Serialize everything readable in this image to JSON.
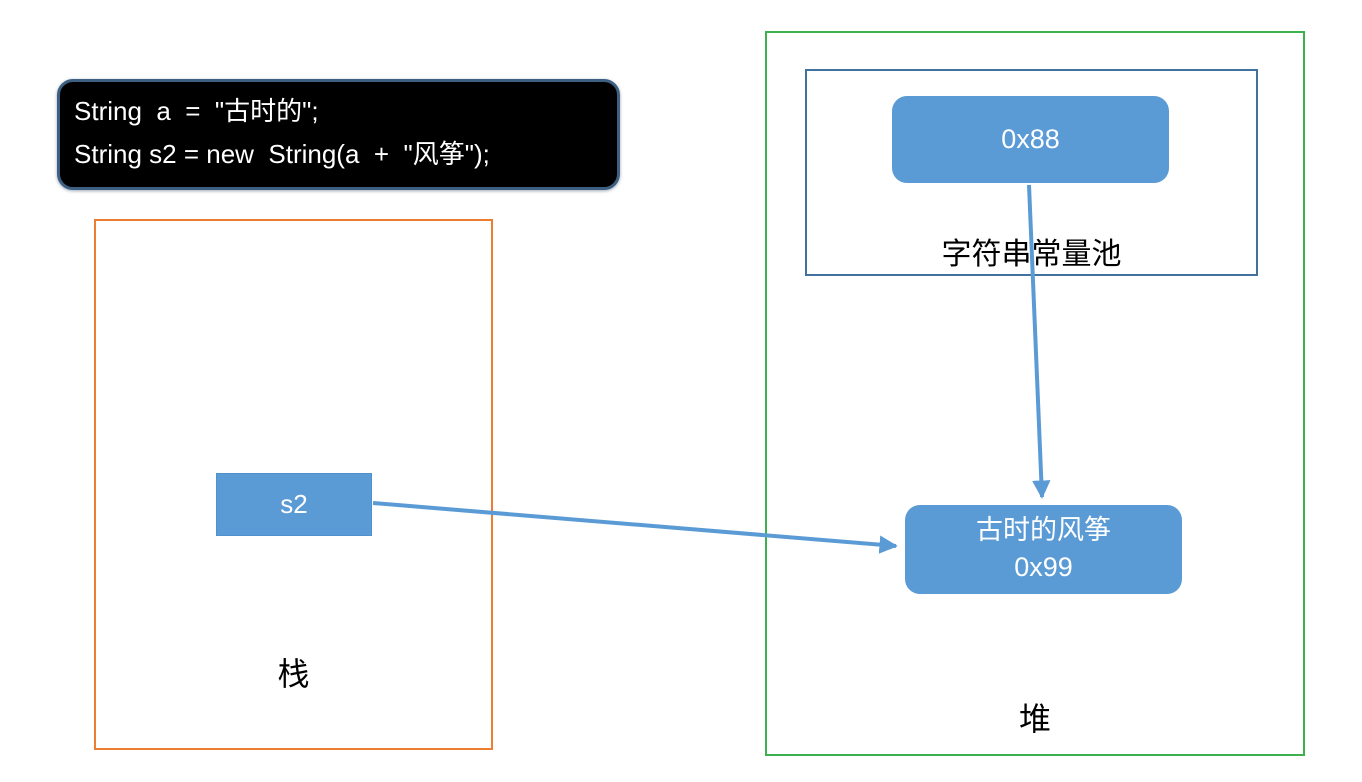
{
  "code_box": {
    "lines": [
      "String  a  =  \"古时的\";",
      "String s2 = new  String(a  +  \"风筝\");"
    ]
  },
  "stack": {
    "label": "栈",
    "variable_label": "s2"
  },
  "heap": {
    "label": "堆",
    "string_pool": {
      "label": "字符串常量池",
      "ref_label": "0x88"
    },
    "string_object": {
      "value": "古时的风筝",
      "address": "0x99"
    }
  },
  "arrows": [
    {
      "name": "pool-ref-to-string-object",
      "from": "0x88",
      "to": "0x99"
    },
    {
      "name": "s2-to-string-object",
      "from": "s2",
      "to": "0x99"
    }
  ],
  "colors": {
    "node_fill": "#5B9BD5",
    "node_text": "#FFFFFF",
    "arrow": "#5B9BD5",
    "stack_border": "#ED7D31",
    "heap_border": "#3CB14D",
    "pool_border": "#41719C",
    "code_background": "#000000",
    "code_border": "#3D5F82",
    "code_text": "#FFFFFF",
    "label_text": "#000000"
  }
}
